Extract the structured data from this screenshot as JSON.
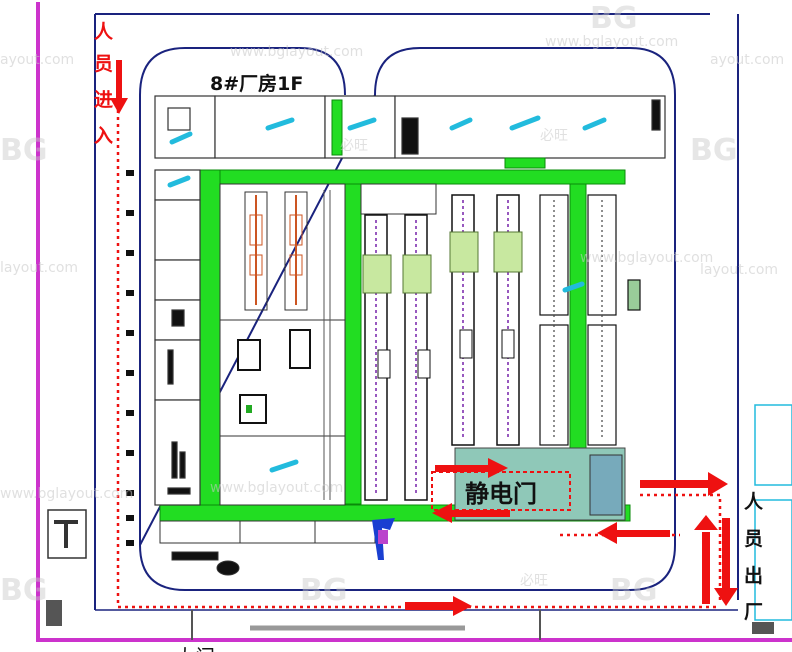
{
  "labels": {
    "building": "8#厂房1F",
    "door": "静电门",
    "entry": [
      "人",
      "员",
      "进",
      "入"
    ],
    "exit": [
      "人",
      "员",
      "出",
      "厂"
    ],
    "bottom": "大门"
  },
  "watermarks": {
    "url": "www.bglayout.com",
    "url_short": "layout.com",
    "url_tail": "ayout.com",
    "brand": "必旺",
    "logo": "BG"
  },
  "colors": {
    "green_belt": "#22dd22",
    "wall_blue": "#1a237e",
    "route_red": "#ee1111",
    "boundary": "#cc33cc",
    "equipment_cyan": "#22bbdd"
  }
}
